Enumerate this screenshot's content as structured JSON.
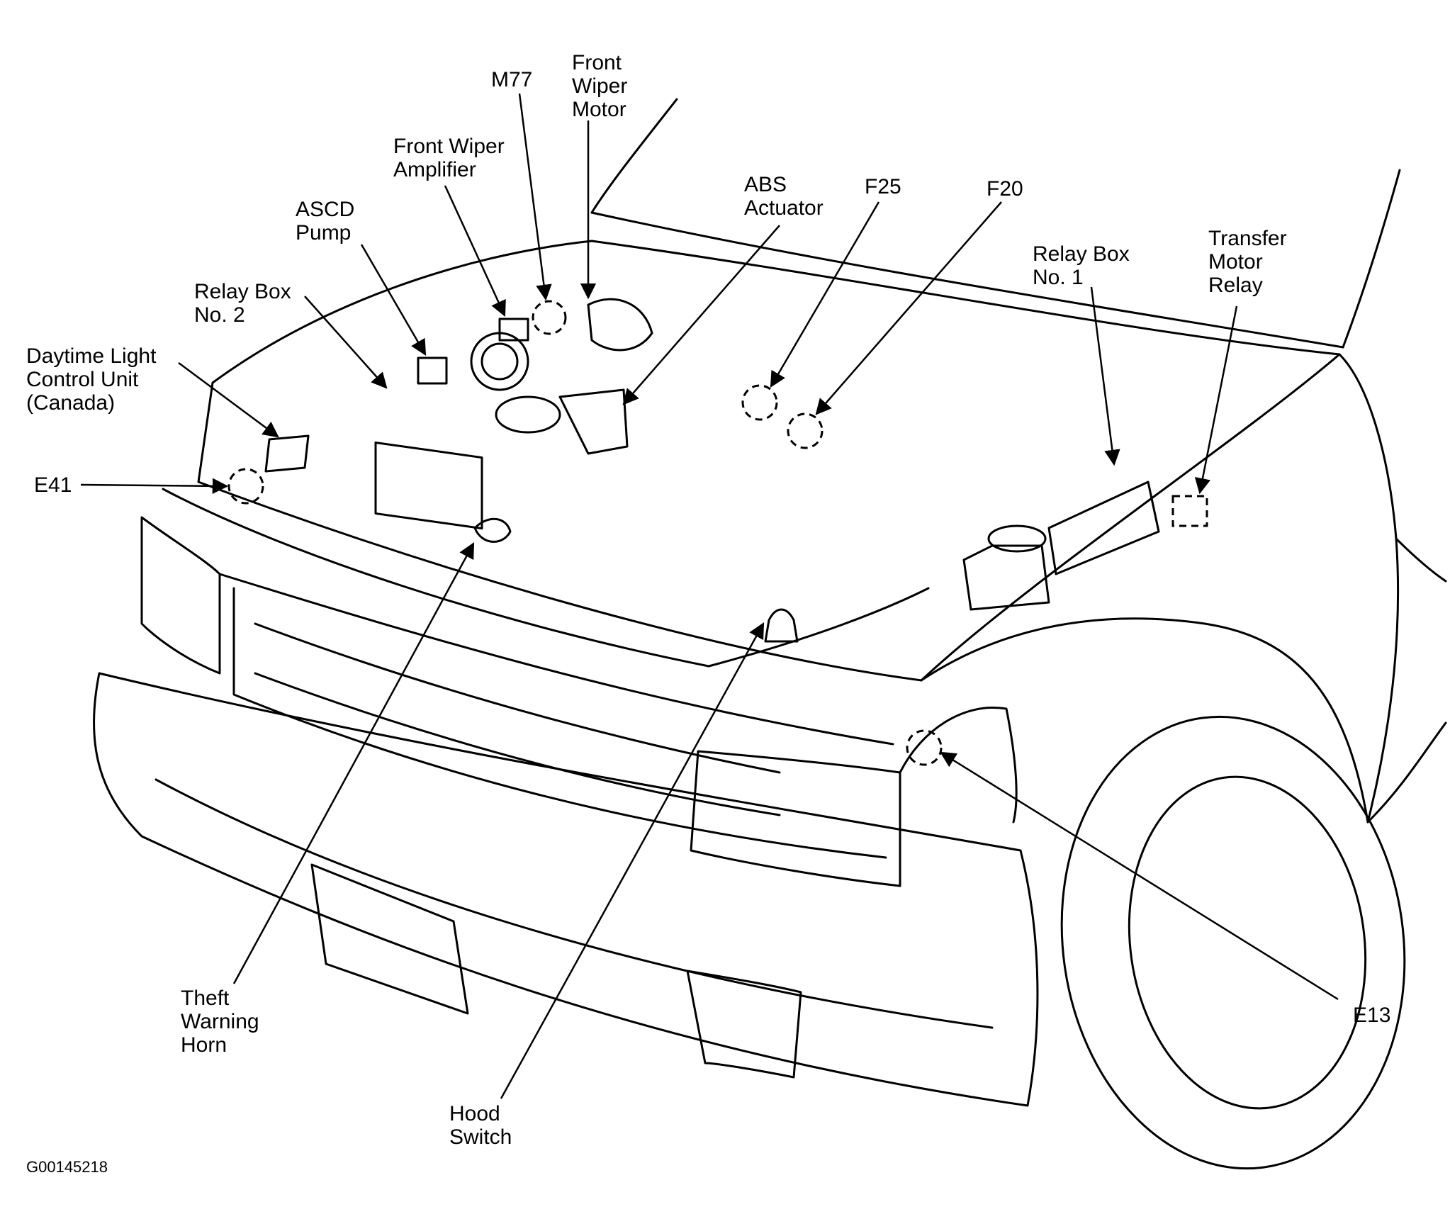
{
  "labels": {
    "front_wiper_motor": "Front\nWiper\nMotor",
    "m77": "M77",
    "front_wiper_amplifier": "Front Wiper\nAmplifier",
    "ascd_pump": "ASCD\nPump",
    "relay_box_2": "Relay Box\nNo. 2",
    "daytime_light_control_unit": "Daytime Light\nControl Unit\n(Canada)",
    "e41": "E41",
    "abs_actuator": "ABS\nActuator",
    "f25": "F25",
    "f20": "F20",
    "relay_box_1": "Relay Box\nNo. 1",
    "transfer_motor_relay": "Transfer\nMotor\nRelay",
    "theft_warning_horn": "Theft\nWarning\nHorn",
    "hood_switch": "Hood\nSwitch",
    "e13": "E13"
  },
  "figure_id": "G00145218",
  "colors": {
    "line": "#000000",
    "background": "#ffffff"
  }
}
